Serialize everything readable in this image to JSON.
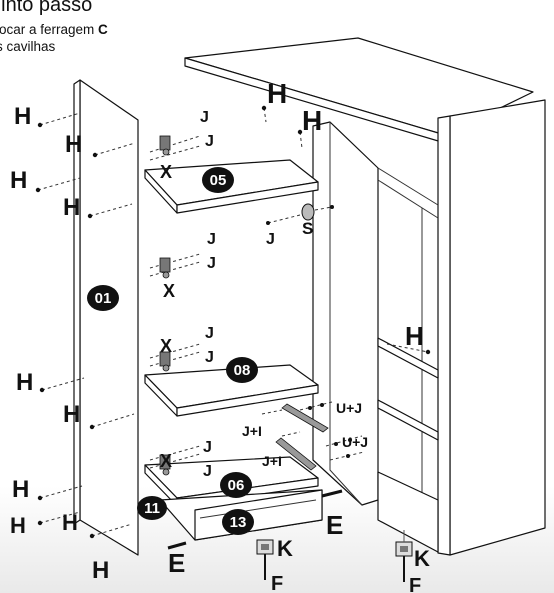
{
  "header": {
    "title": "uinto passo",
    "line1_prefix": "locar a ferragem ",
    "line1_bold": "C",
    "line2": "s cavilhas"
  },
  "parts": {
    "side_panel": "01",
    "shelf_top": "05",
    "shelf_middle": "08",
    "shelf_bottom": "06",
    "drawer_side": "11",
    "drawer_front": "13"
  },
  "hardware": {
    "H": "H",
    "J": "J",
    "X": "X",
    "S": "S",
    "E": "E",
    "K": "K",
    "F": "F",
    "J_plus_I": "J+I",
    "U_plus_J": "U+J"
  }
}
